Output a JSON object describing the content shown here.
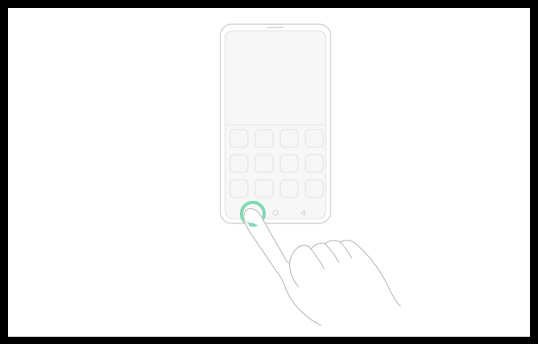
{
  "illustration": {
    "subject": "phone-home-button-tap",
    "colors": {
      "frame": "#000000",
      "background": "#ffffff",
      "line": "#d2d2d2",
      "line_light": "#e2e2e2",
      "tile_fill": "#f6f6f6",
      "highlight": "#7fd9b4",
      "hand_stroke": "#c4c4c4"
    },
    "icons": {
      "nav_home": "circle-nav-icon",
      "nav_back": "triangle-back-icon",
      "highlight": "tap-ring-icon"
    },
    "app_grid": {
      "rows": 3,
      "columns": 4
    }
  }
}
